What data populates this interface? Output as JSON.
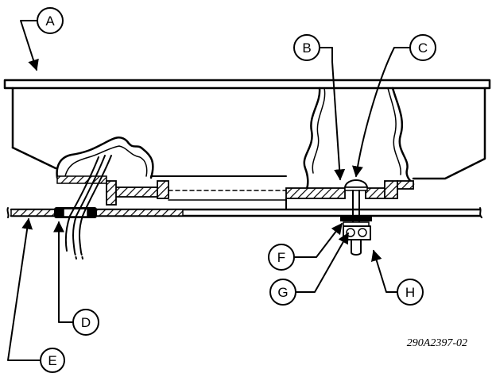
{
  "callouts": {
    "a": "A",
    "b": "B",
    "c": "C",
    "d": "D",
    "e": "E",
    "f": "F",
    "g": "G",
    "h": "H"
  },
  "figure_number": "290A2397-02"
}
